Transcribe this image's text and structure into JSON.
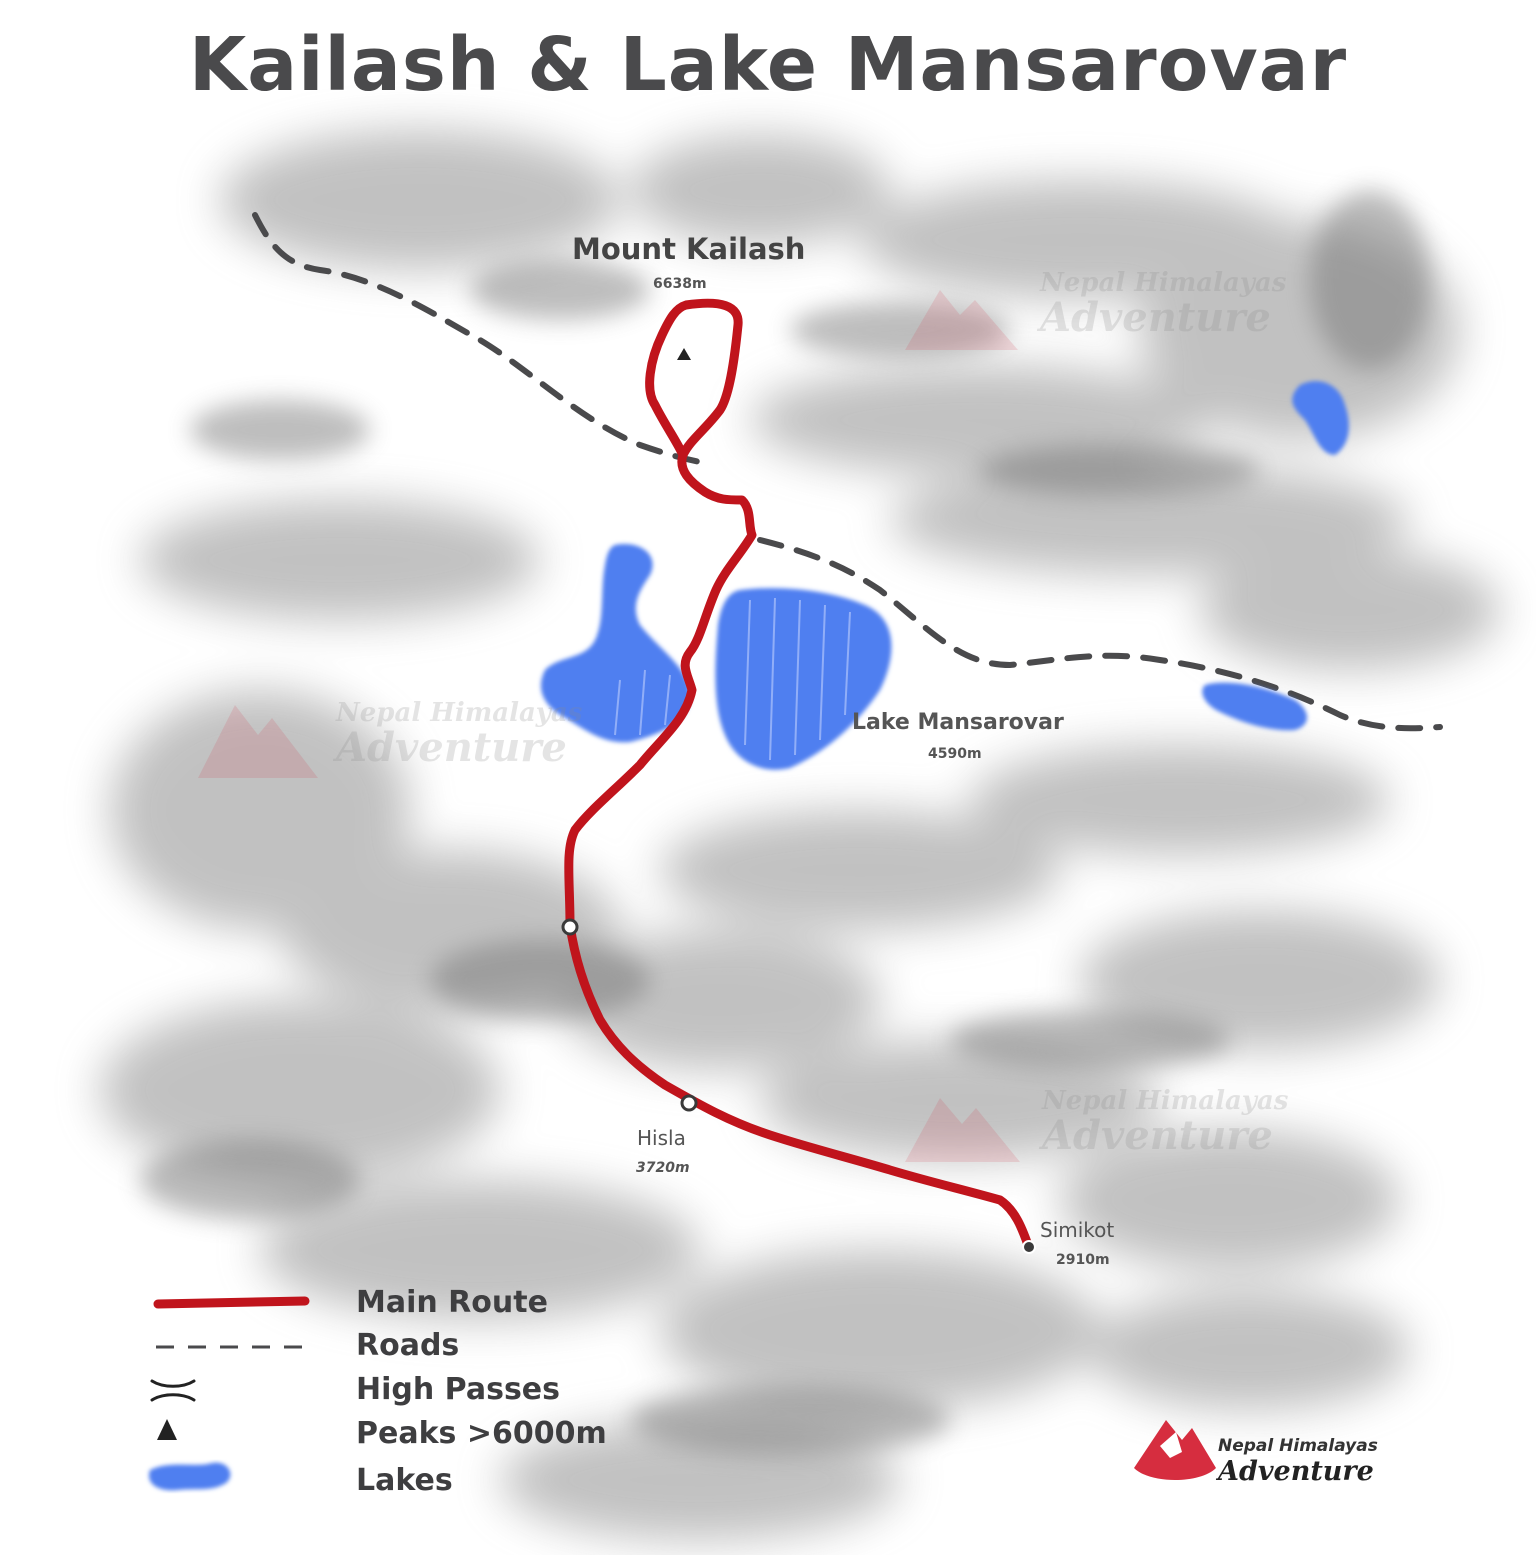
{
  "title": "Kailash & Lake Mansarovar",
  "places": {
    "kailash": {
      "name": "Mount Kailash",
      "elevation": "6638m"
    },
    "mansarovar": {
      "name": "Lake Mansarovar",
      "elevation": "4590m"
    },
    "hisla": {
      "name": "Hisla",
      "elevation": "3720m"
    },
    "simikot": {
      "name": "Simikot",
      "elevation": "2910m"
    }
  },
  "legend": {
    "main_route": "Main Route",
    "roads": "Roads",
    "high_passes": "High Passes",
    "peaks": "Peaks >6000m",
    "lakes": "Lakes"
  },
  "watermark": {
    "line1": "Nepal Himalayas",
    "line2": "Adventure"
  },
  "brand": {
    "line1": "Nepal Himalayas",
    "line2": "Adventure"
  },
  "colors": {
    "route": "#c0141c",
    "road": "#4a4a4c",
    "lake": "#4f7ff0",
    "title": "#4a4a4c",
    "terrain": "#9a9a9a",
    "brand_accent": "#d62d3f"
  }
}
